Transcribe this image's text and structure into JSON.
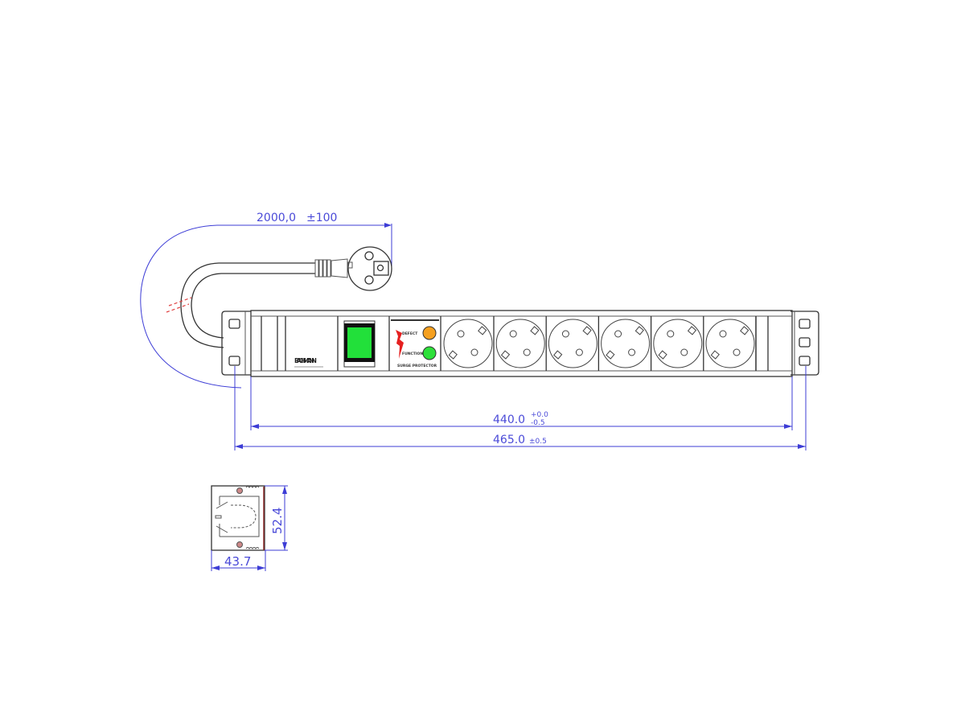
{
  "drawing": {
    "cable_length": {
      "value": "2000,0",
      "tolerance": "±100"
    },
    "mount_width": {
      "value": "440.0",
      "tol_upper": "+0.0",
      "tol_lower": "-0.5"
    },
    "overall_width": {
      "value": "465.0",
      "tolerance": "±0.5"
    },
    "side_height": "52.4",
    "side_depth": "43.7",
    "brand_logo": "BACH MANN",
    "surge_panel": {
      "defect_label": "DEFECT",
      "function_label": "FUNCTION",
      "footer": "SURGE PROTECTOR"
    },
    "socket_count": 6,
    "colors": {
      "dimension": "#4a4ad8",
      "switch": "#22e03a",
      "defect_led": "#f5a020",
      "function_led": "#2ee03a",
      "lightning": "#e52020",
      "break_mark": "#e04040"
    }
  }
}
